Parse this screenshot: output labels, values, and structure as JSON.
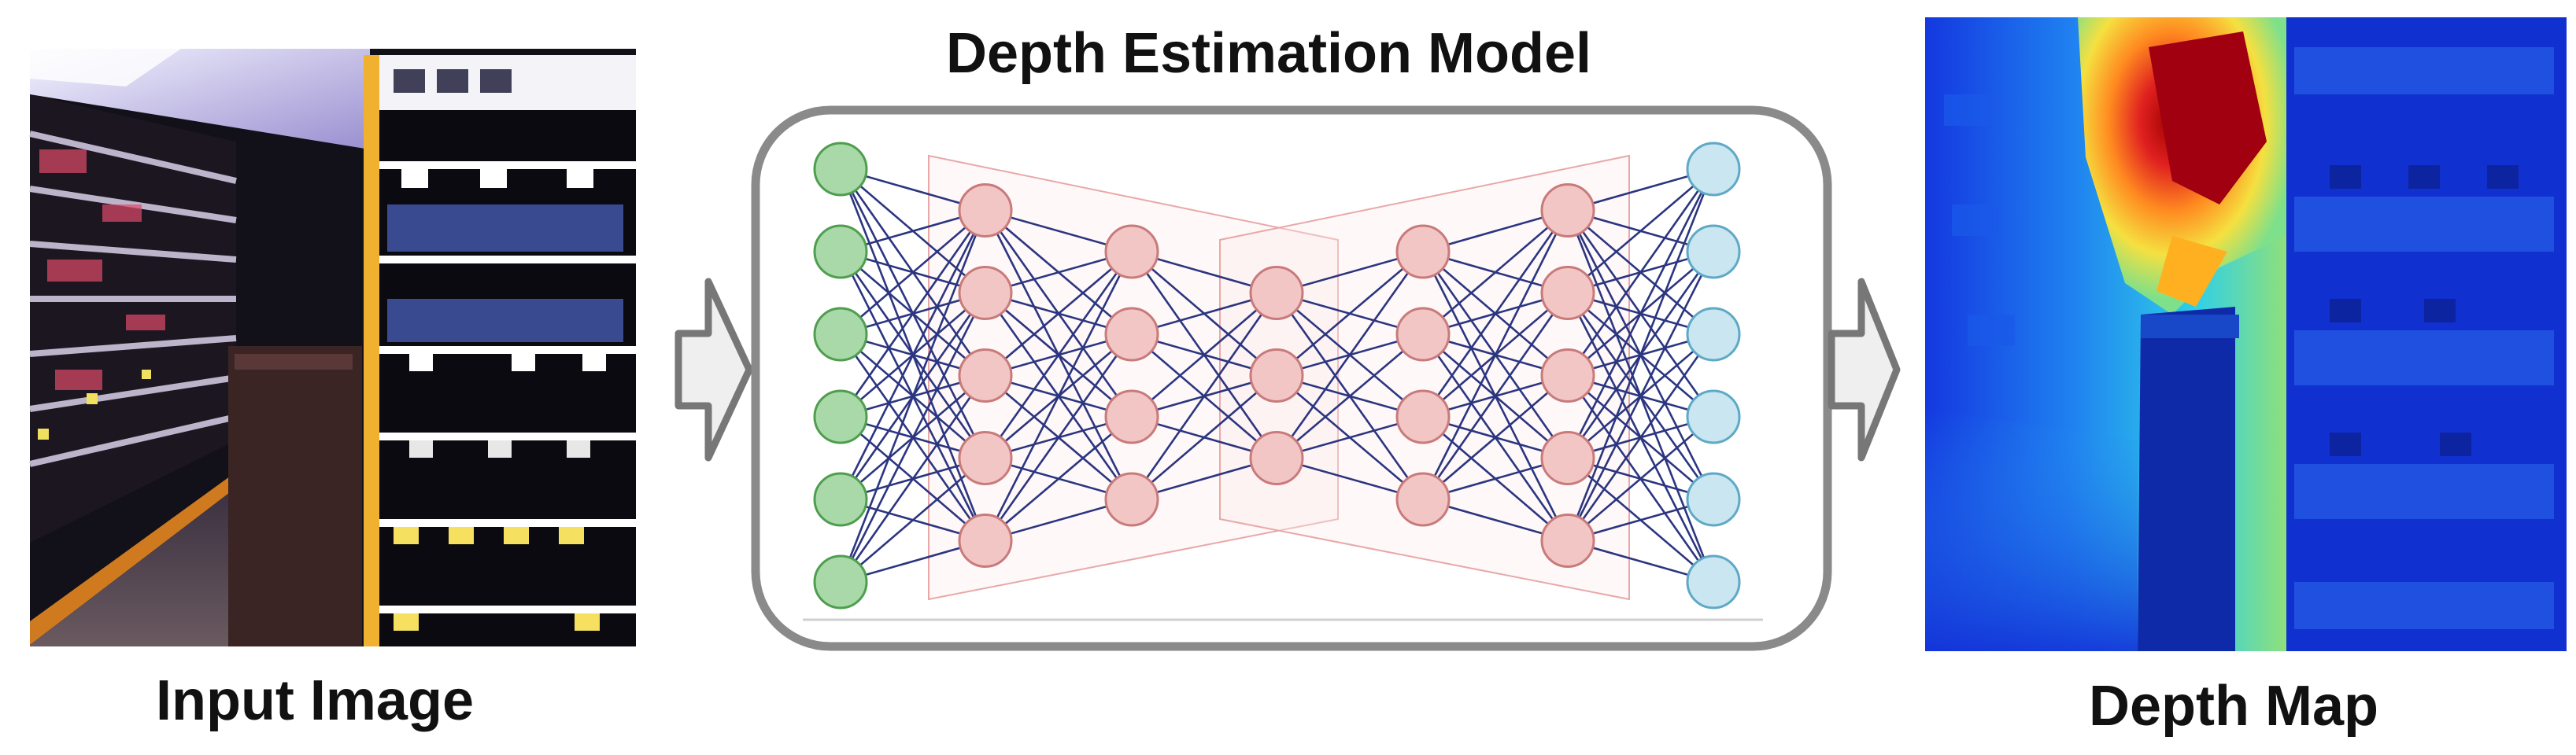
{
  "labels": {
    "input": "Input Image",
    "model": "Depth Estimation Model",
    "output": "Depth Map"
  },
  "network": {
    "layers": [
      {
        "nodes": 6,
        "role": "input",
        "color": "#a9d9a9"
      },
      {
        "nodes": 5,
        "role": "encoder",
        "color": "#f3c6c6"
      },
      {
        "nodes": 4,
        "role": "encoder",
        "color": "#f3c6c6"
      },
      {
        "nodes": 3,
        "role": "bottleneck",
        "color": "#f3c6c6"
      },
      {
        "nodes": 4,
        "role": "decoder",
        "color": "#f3c6c6"
      },
      {
        "nodes": 5,
        "role": "decoder",
        "color": "#f3c6c6"
      },
      {
        "nodes": 6,
        "role": "output",
        "color": "#c9e6f1"
      }
    ],
    "edge_color": "#2b3580"
  },
  "colors": {
    "frame": "#8a8a8a",
    "arrow_fill": "#efefef",
    "arrow_stroke": "#777777",
    "node_stroke_input": "#4f9e4f",
    "node_stroke_hidden": "#c97a7a",
    "node_stroke_output": "#5fa9c6"
  }
}
